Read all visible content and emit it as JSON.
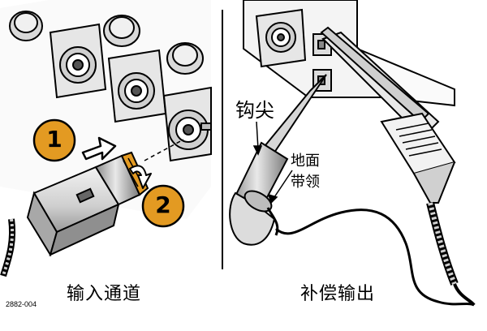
{
  "steps": [
    {
      "number": "1"
    },
    {
      "number": "2"
    }
  ],
  "left_caption": "输入通道",
  "right_caption": "补偿输出",
  "figure_id": "2882-004",
  "labels": {
    "hook_tip": "钩尖",
    "ground_lead_line1": "地面",
    "ground_lead_line2": "带领"
  },
  "colors": {
    "step_badge": "#e39a22",
    "arrow_fill": "#ffffff",
    "line": "#000000"
  }
}
